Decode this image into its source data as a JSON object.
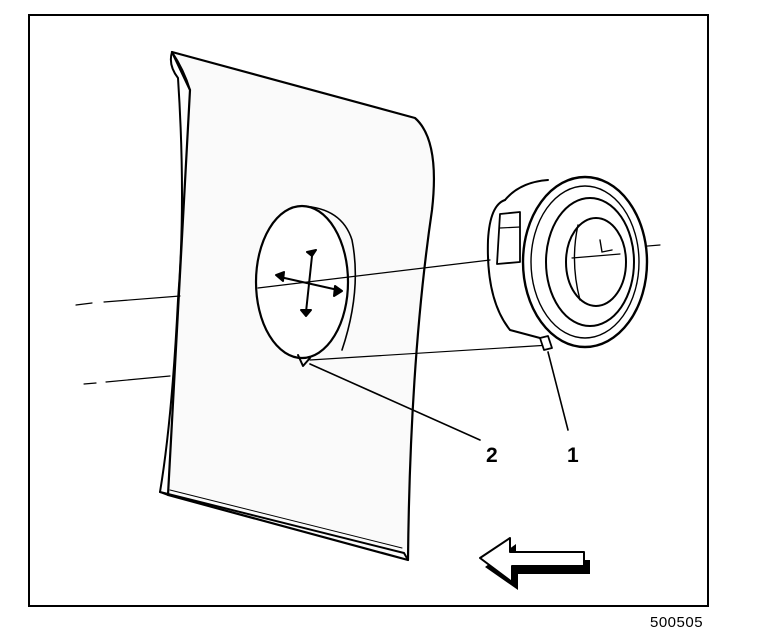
{
  "figure": {
    "number": "500505",
    "callouts": [
      {
        "id": "1",
        "text": "1"
      },
      {
        "id": "2",
        "text": "2"
      }
    ]
  },
  "colors": {
    "line": "#000000",
    "background": "#ffffff",
    "panel_shade": "#f2f2f2"
  }
}
